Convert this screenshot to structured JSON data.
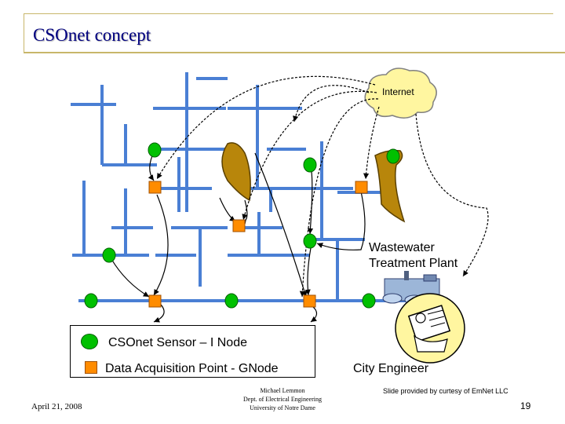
{
  "slide": {
    "title": "CSOnet concept",
    "date": "April 21, 2008",
    "author_line1": "Michael Lemmon",
    "author_line2": "Dept. of Electrical Engineering",
    "author_line3": "University of Notre Dame",
    "credit": "Slide provided by curtesy of EmNet LLC",
    "page_number": "19"
  },
  "diagram": {
    "internet_label": "Internet",
    "wastewater_line1": "Wastewater",
    "wastewater_line2": "Treatment Plant",
    "city_engineer_label": "City Engineer"
  },
  "legend": {
    "sensor_label": "CSOnet Sensor – I Node",
    "gnode_label": "Data Acquisition Point  - GNode"
  },
  "colors": {
    "pipe": "#4a7fd4",
    "sensor": "#00c000",
    "gnode": "#ff8c00",
    "runoff": "#b8860b",
    "cloud": "#fff6a0",
    "title": "#000080"
  }
}
